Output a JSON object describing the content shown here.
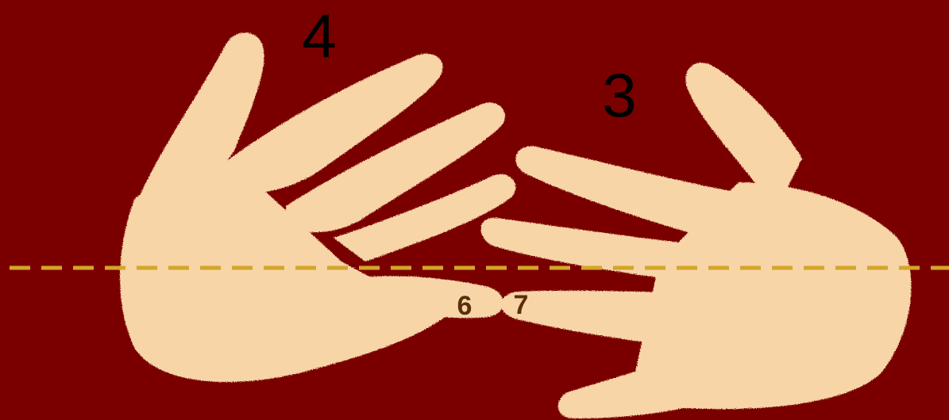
{
  "colors": {
    "background": "#7a0000",
    "hand_fill": "#f8d5a7",
    "guide_line": "#d4a52a",
    "big_number": "#000000",
    "small_number": "#5a2e0c"
  },
  "left_hand": {
    "fingers_count_label": "4",
    "finger_number_label": "6"
  },
  "right_hand": {
    "fingers_count_label": "3",
    "finger_number_label": "7"
  }
}
